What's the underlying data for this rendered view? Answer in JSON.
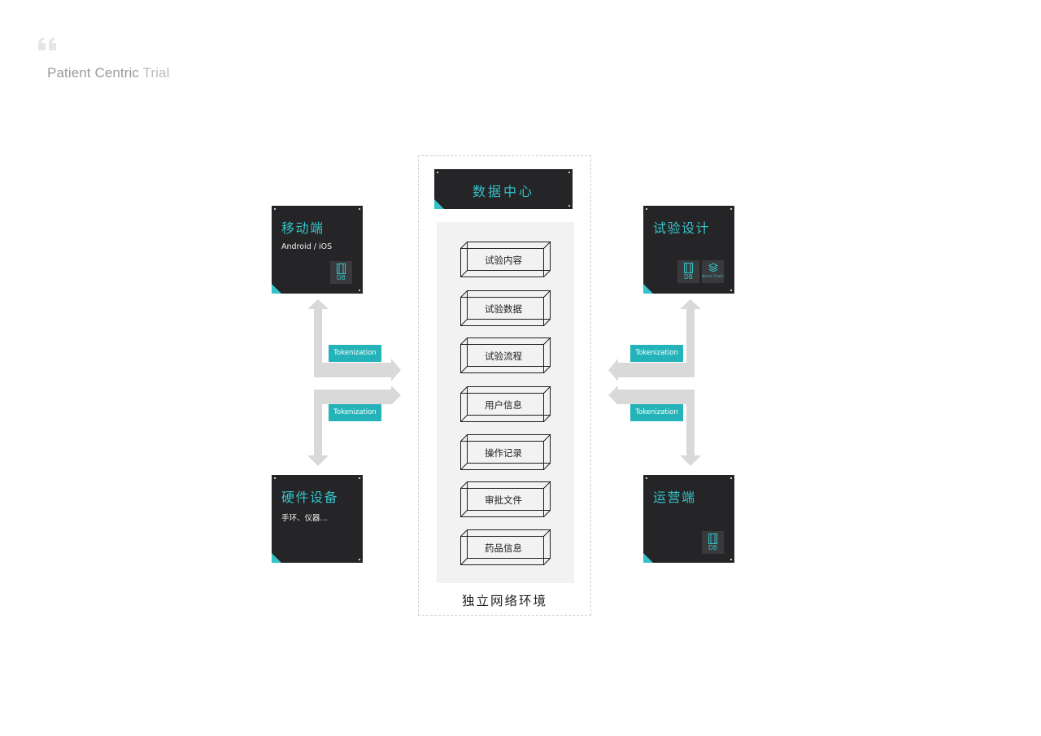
{
  "header": {
    "title_dark": "Patient Centric",
    "title_light": "Trial"
  },
  "colors": {
    "accent": "#35c2c8",
    "card_bg": "#252527",
    "token_bg": "#24b3b8",
    "arrow": "#d9d9d9",
    "panel": "#f2f2f2"
  },
  "cards": {
    "mobile": {
      "title": "移动端",
      "subtitle": "Android / iOS",
      "chips": [
        "DB"
      ]
    },
    "hardware": {
      "title": "硬件设备",
      "subtitle": "手环、仪器..."
    },
    "trial_design": {
      "title": "试验设计",
      "chips": [
        "DB",
        "Block Chain"
      ]
    },
    "operations": {
      "title": "运营端",
      "chips": [
        "DB"
      ]
    }
  },
  "center": {
    "title": "数据中心",
    "items": [
      "试验内容",
      "试验数据",
      "试验流程",
      "用户信息",
      "操作记录",
      "审批文件",
      "药品信息"
    ],
    "env_label": "独立网络环境"
  },
  "tokens": [
    "Tokenization",
    "Tokenization",
    "Tokenization",
    "Tokenization"
  ],
  "icons": [
    "quote-icon",
    "database-icon",
    "blockchain-layers-icon",
    "arrow-icon"
  ]
}
